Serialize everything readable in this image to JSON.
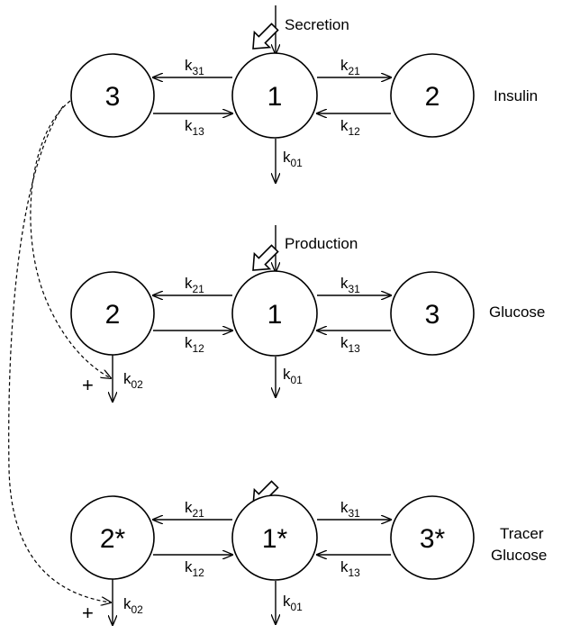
{
  "systems": [
    {
      "side_label": "Insulin",
      "input_label": "Secretion",
      "nodes": {
        "left": "3",
        "center": "1",
        "right": "2"
      },
      "rates": {
        "center_to_left": {
          "base": "k",
          "sub": "31"
        },
        "left_to_center": {
          "base": "k",
          "sub": "13"
        },
        "center_to_right": {
          "base": "k",
          "sub": "21"
        },
        "right_to_center": {
          "base": "k",
          "sub": "12"
        },
        "center_out": {
          "base": "k",
          "sub": "01"
        }
      }
    },
    {
      "side_label": "Glucose",
      "input_label": "Production",
      "nodes": {
        "left": "2",
        "center": "1",
        "right": "3"
      },
      "rates": {
        "center_to_left": {
          "base": "k",
          "sub": "21"
        },
        "left_to_center": {
          "base": "k",
          "sub": "12"
        },
        "center_to_right": {
          "base": "k",
          "sub": "31"
        },
        "right_to_center": {
          "base": "k",
          "sub": "13"
        },
        "center_out": {
          "base": "k",
          "sub": "01"
        },
        "left_out": {
          "base": "k",
          "sub": "02"
        }
      },
      "modulation_sign": "+"
    },
    {
      "side_label_lines": [
        "Tracer",
        "Glucose"
      ],
      "nodes": {
        "left": "2*",
        "center": "1*",
        "right": "3*"
      },
      "rates": {
        "center_to_left": {
          "base": "k",
          "sub": "21"
        },
        "left_to_center": {
          "base": "k",
          "sub": "12"
        },
        "center_to_right": {
          "base": "k",
          "sub": "31"
        },
        "right_to_center": {
          "base": "k",
          "sub": "13"
        },
        "center_out": {
          "base": "k",
          "sub": "01"
        },
        "left_out": {
          "base": "k",
          "sub": "02"
        }
      },
      "modulation_sign": "+"
    }
  ]
}
